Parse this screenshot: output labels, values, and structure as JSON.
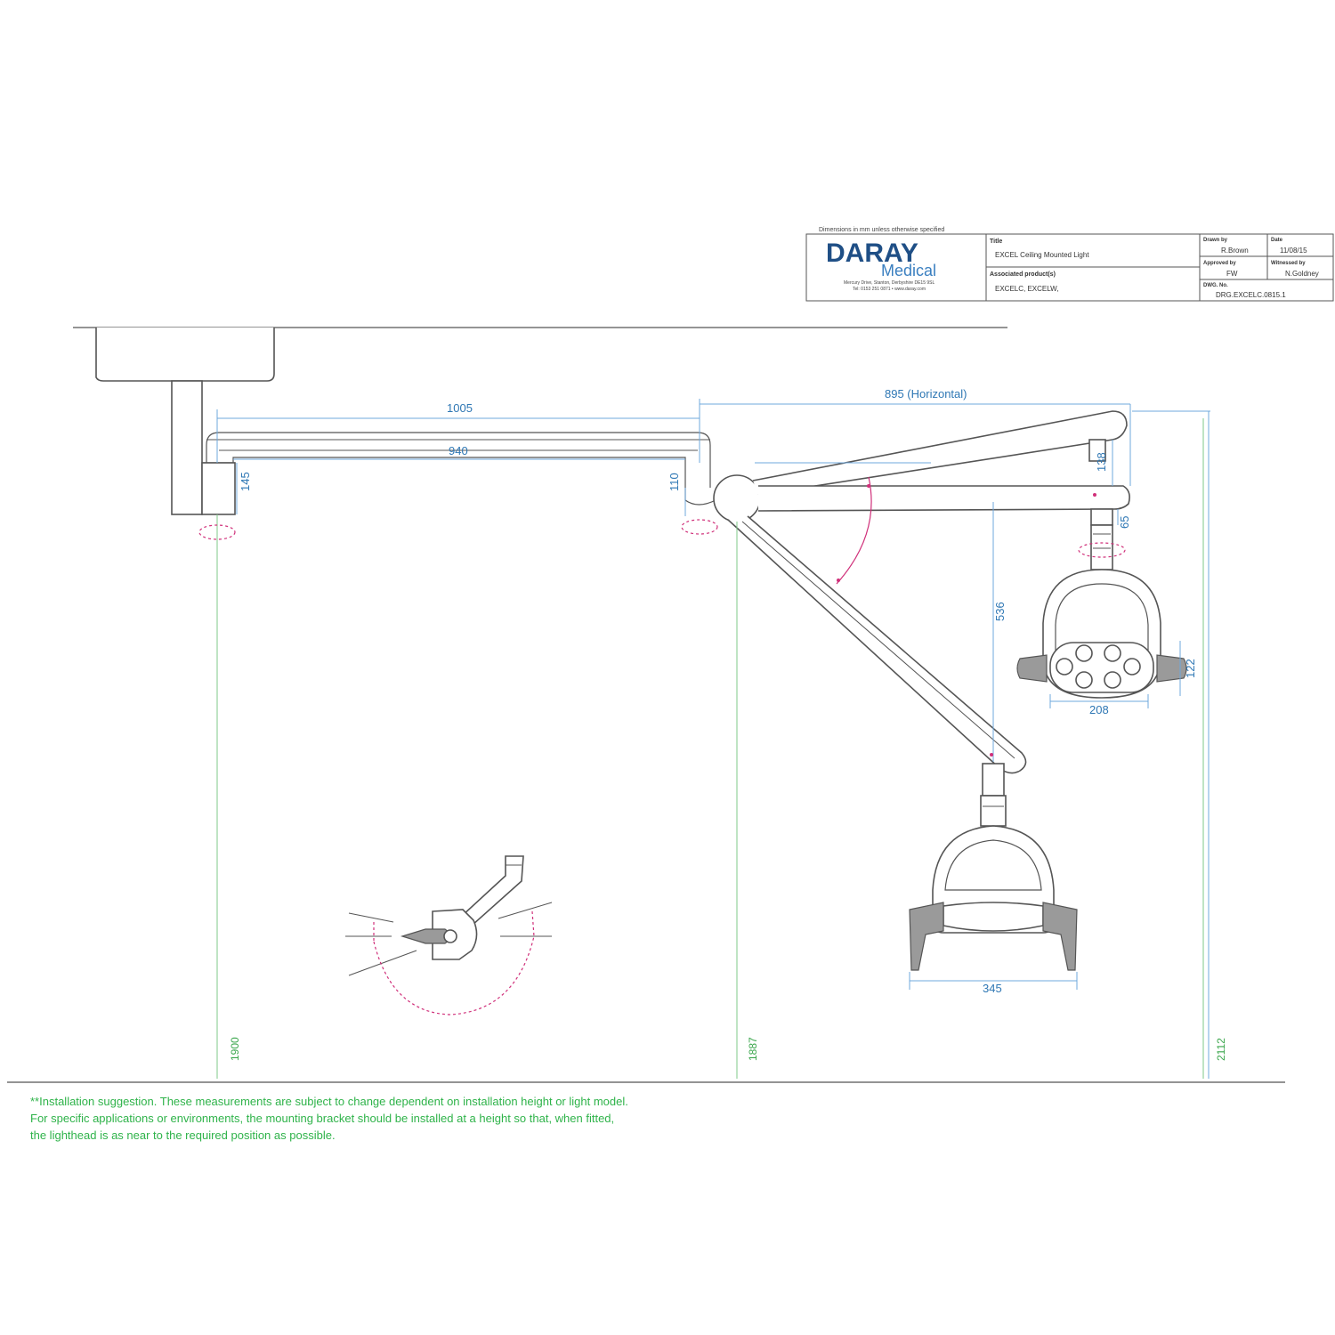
{
  "title_block": {
    "header_note": "Dimensions in mm unless otherwise specified",
    "logo": {
      "name": "DARAY",
      "sub": "Medical",
      "address_line1": "Mercury Drive, Stanton, Derbyshire DE15 9SL",
      "address_line2": "Tel: 0153 251 0871 • www.daray.com"
    },
    "title_label": "Title",
    "title_value": "EXCEL Ceiling Mounted Light",
    "assoc_label": "Associated product(s)",
    "assoc_value": "EXCELC, EXCELW,",
    "drawn_by_label": "Drawn by",
    "drawn_by_value": "R.Brown",
    "date_label": "Date",
    "date_value": "11/08/15",
    "approved_label": "Approved by",
    "approved_value": "FW",
    "witnessed_label": "Witnessed by",
    "witnessed_value": "N.Goldney",
    "dwg_label": "DWG. No.",
    "dwg_value": "DRG.EXCELC.0815.1"
  },
  "dimensions": {
    "arm_outer": "1005",
    "arm_inner": "940",
    "horizontal": "895 (Horizontal)",
    "d145": "145",
    "d110": "110",
    "d138": "138",
    "d65": "65",
    "d536": "536",
    "d122": "122",
    "d208": "208",
    "d345": "345",
    "h1900": "1900",
    "h1887": "1887",
    "h2112": "2112"
  },
  "note": {
    "line1": "**Installation suggestion. These measurements are subject to change dependent on installation height or light model.",
    "line2": "For specific applications or environments, the mounting bracket should be installed at a height so that, when fitted,",
    "line3": "the lighthead is as near to the required position as possible."
  },
  "colors": {
    "dimension_blue": "#2e77b4",
    "height_green": "#3aa64c",
    "rotation_pink": "#d0307a",
    "logo_blue": "#1f4f86"
  }
}
